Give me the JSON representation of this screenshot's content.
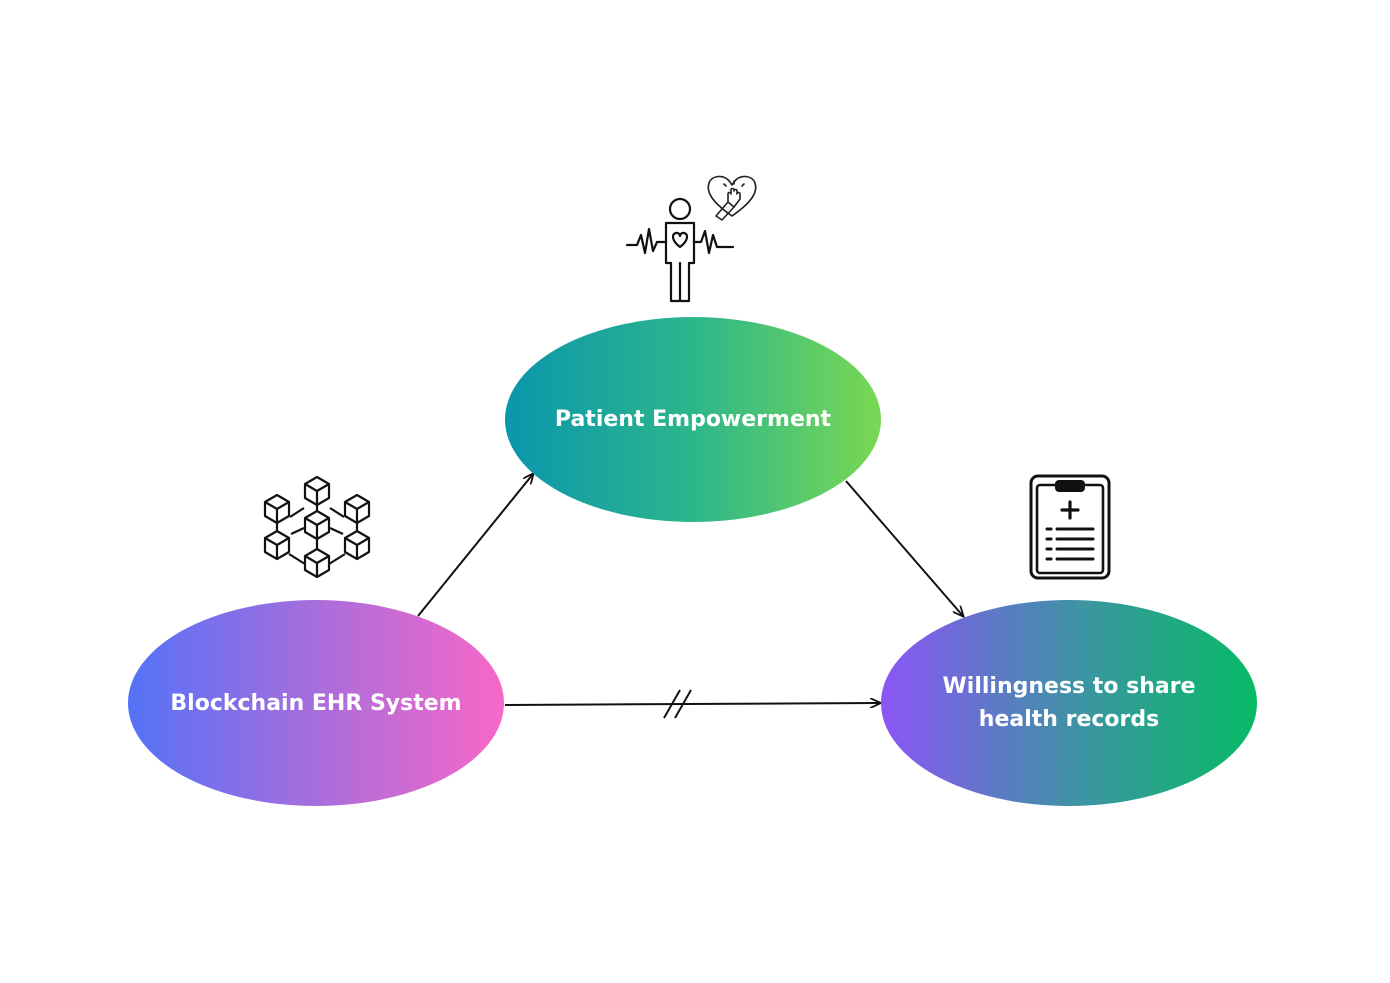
{
  "nodes": {
    "patient_empowerment": "Patient Empowerment",
    "blockchain_ehr": "Blockchain EHR System",
    "willingness_line1": "Willingness to share",
    "willingness_line2": "health records"
  },
  "icons": {
    "patient": "patient-heart-icon",
    "heart_hand": "heart-hand-icon",
    "blockchain": "blockchain-network-icon",
    "clipboard": "medical-clipboard-icon"
  },
  "edges": [
    {
      "from": "blockchain_ehr",
      "to": "patient_empowerment",
      "style": "arrow"
    },
    {
      "from": "patient_empowerment",
      "to": "willingness",
      "style": "arrow"
    },
    {
      "from": "blockchain_ehr",
      "to": "willingness",
      "style": "arrow-with-break-marks"
    }
  ],
  "colors": {
    "patient_gradient": [
      "#0a96ad",
      "#7ad852"
    ],
    "blockchain_gradient": [
      "#5572f7",
      "#f868c7"
    ],
    "willingness_gradient": [
      "#8b55f6",
      "#06bb65"
    ],
    "edge": "#111111"
  }
}
